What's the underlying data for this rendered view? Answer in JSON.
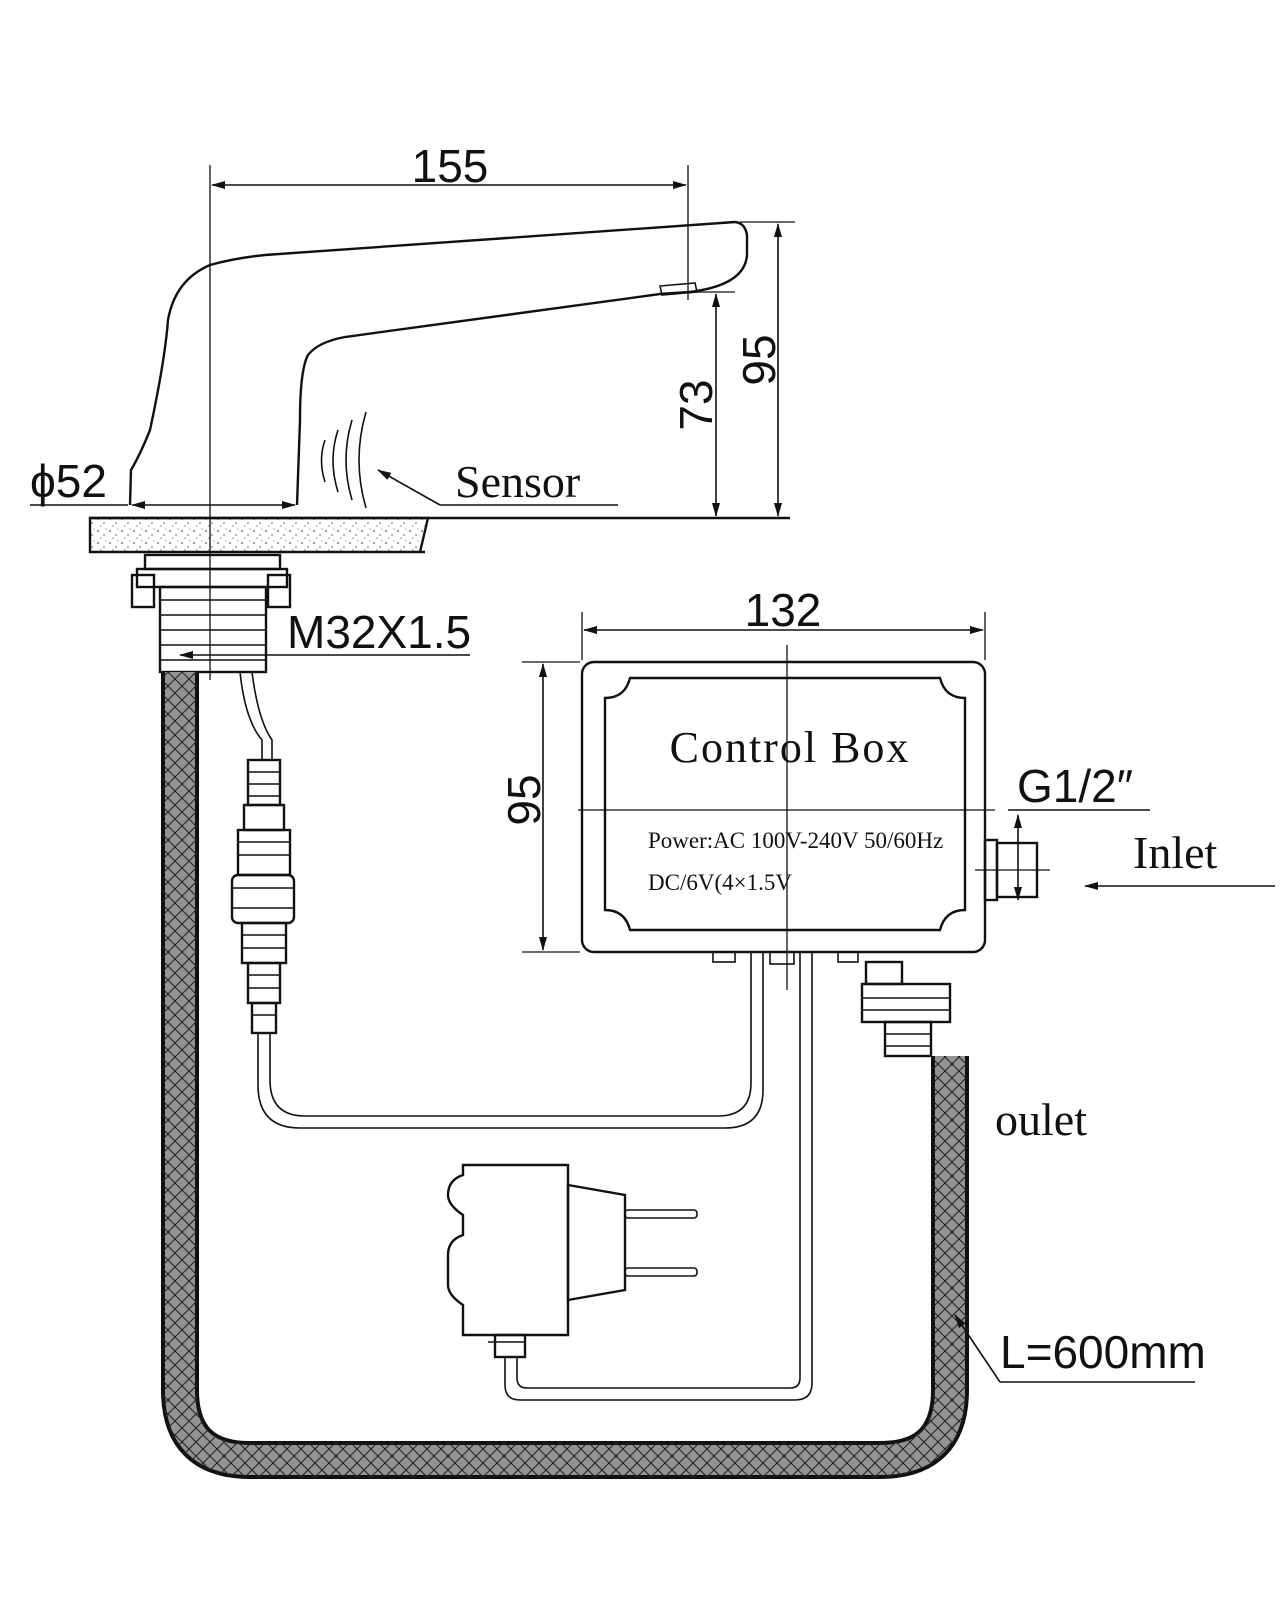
{
  "dimensions": {
    "spout_length": "155",
    "outlet_height": "73",
    "total_height": "95",
    "base_diameter": "ϕ52",
    "thread": "M32X1.5",
    "box_width": "132",
    "box_height": "95",
    "inlet_thread": "G1/2″"
  },
  "labels": {
    "sensor": "Sensor",
    "inlet": "Inlet",
    "outlet": "oulet",
    "hose_length": "L=600mm"
  },
  "control_box": {
    "title": "Control Box",
    "power_line": "Power:AC 100V-240V 50/60Hz",
    "dc_line": "DC/6V(4×1.5V"
  },
  "colors": {
    "ink": "#111111",
    "paper": "#ffffff"
  }
}
